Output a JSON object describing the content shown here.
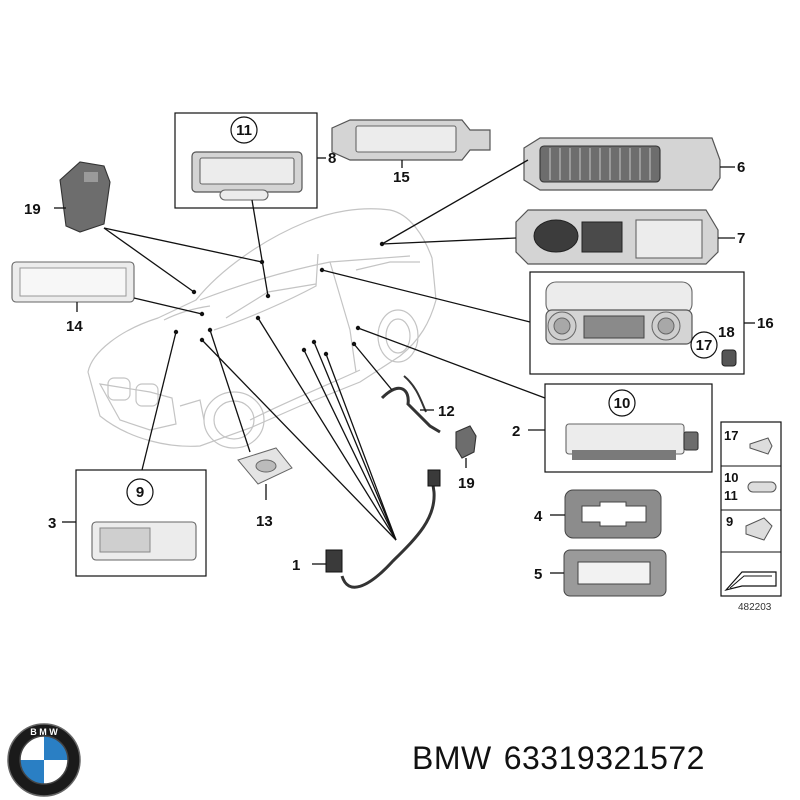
{
  "diagram": {
    "callouts": {
      "c1": "1",
      "c2": "2",
      "c3": "3",
      "c4": "4",
      "c5": "5",
      "c6": "6",
      "c7": "7",
      "c8": "8",
      "c9": "9",
      "c10": "10",
      "c11": "11",
      "c12": "12",
      "c13": "13",
      "c14": "14",
      "c15": "15",
      "c16": "16",
      "c17": "17",
      "c18": "18",
      "c19a": "19",
      "c19b": "19"
    },
    "legend": {
      "l17": "17",
      "l10": "10",
      "l11": "11",
      "l9": "9"
    },
    "reference_number": "482203"
  },
  "footer": {
    "brand": "BMW",
    "part_number": "63319321572"
  },
  "colors": {
    "line": "#111111",
    "car_outline": "#c4c4c4",
    "part_fill": "#d4d4d4",
    "logo_blue": "#2a7fc4"
  }
}
